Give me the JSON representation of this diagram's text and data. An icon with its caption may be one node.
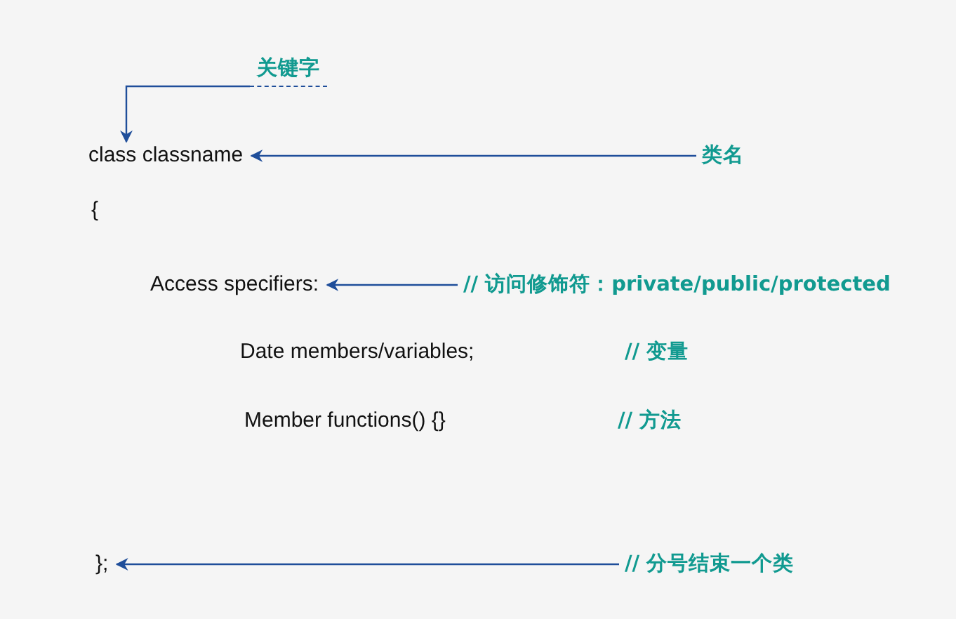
{
  "diagram": {
    "nodes": [
      {
        "text": [
          "关键字"
        ]
      },
      {
        "text": [
          "class classname"
        ]
      },
      {
        "text": [
          "类名"
        ]
      },
      {
        "text": [
          "Access specifiers:"
        ]
      },
      {
        "text": [
          "// 访问修饰符：private/public/protected"
        ]
      },
      {
        "text": [
          "};"
        ]
      },
      {
        "text": [
          "// 分号结束一个类"
        ]
      }
    ],
    "edges": [
      {
        "from": 0,
        "to": 1,
        "arrow": "to"
      },
      {
        "from": 2,
        "to": 1,
        "arrow": "to"
      },
      {
        "from": 4,
        "to": 3,
        "arrow": "to"
      },
      {
        "from": 6,
        "to": 5,
        "arrow": "to"
      }
    ],
    "labels": [
      "{",
      "Date members/variables;",
      "// 变量",
      "Member functions() {}",
      "// 方法"
    ]
  }
}
